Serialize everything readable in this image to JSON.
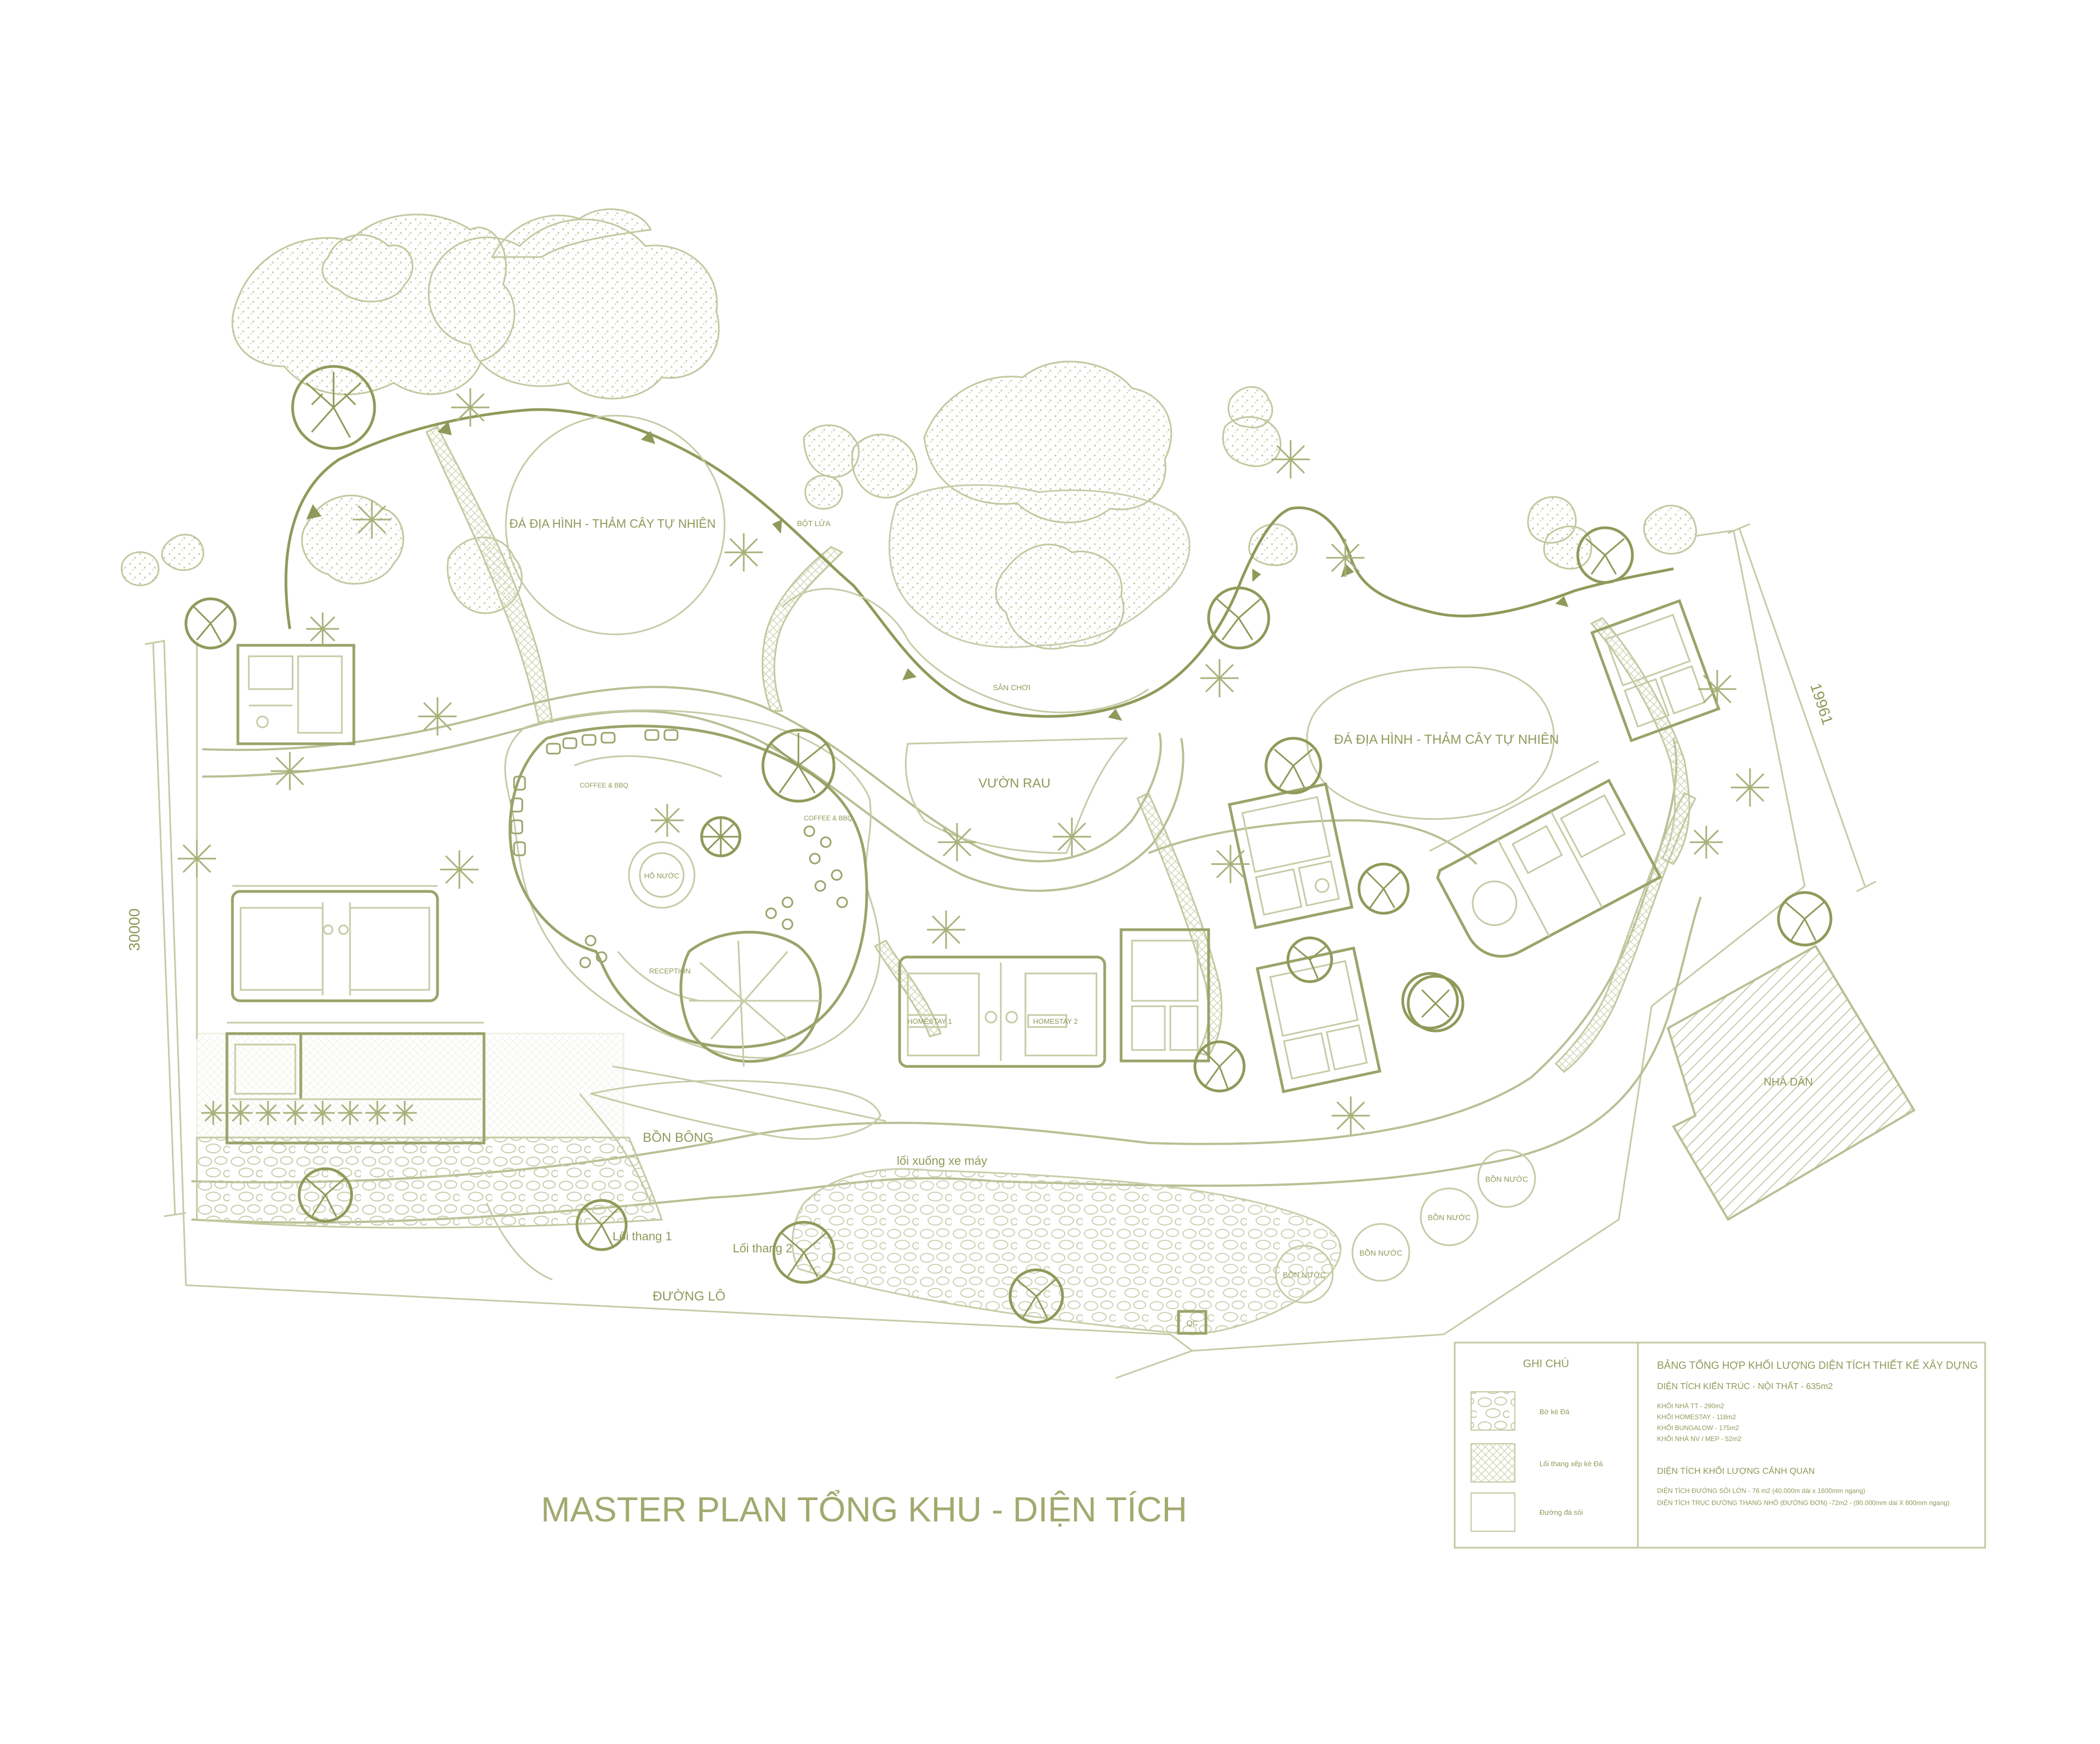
{
  "title": "MASTER PLAN TỔNG KHU - DIỆN TÍCH",
  "labels": {
    "terrain_left": "ĐÁ ĐỊA HÌNH - THẢM CÂY TỰ NHIÊN",
    "terrain_right": "ĐÁ ĐỊA HÌNH - THẢM CÂY TỰ NHIÊN",
    "bonfire": "BỘT LỬA",
    "playground": "SÂN CHƠI",
    "garden": "VƯỜN RAU",
    "flowerbed": "BỒN BÔNG",
    "motorbike_way": "lối xuống xe máy",
    "stair1": "Lối thang 1",
    "stair2": "Lối thang 2",
    "road": "ĐƯỜNG LÔ",
    "neighbor_house": "NHÀ DÂN",
    "water_tanks": [
      "BỒN NƯỚC",
      "BỒN NƯỚC",
      "BỒN NƯỚC",
      "BỒN NƯỚC"
    ],
    "homestay_left": "HOMESTAY 1",
    "homestay_right": "HOMESTAY 2",
    "reception": "RECEPTION",
    "coffee1": "COFFEE & BBQ",
    "coffee2": "COFFEE & BBQ",
    "lake": "HỒ NƯỚC",
    "gate": "QC"
  },
  "dimensions": {
    "left": "30000",
    "right": "19961"
  },
  "legend": {
    "title": "GHI CHÚ",
    "items": [
      {
        "label": "Bờ kè Đá",
        "pattern": "pebble"
      },
      {
        "label": "Lối thang xếp kè Đá",
        "pattern": "hatch"
      },
      {
        "label": "Đường đá sỏi",
        "pattern": "plain"
      }
    ]
  },
  "summary": {
    "title": "BẢNG TỔNG HỢP KHỐI LƯỢNG DIỆN TÍCH THIẾT KẾ XÂY DỰNG",
    "arch_heading": "DIỆN TÍCH KIẾN TRÚC - NỘI THẤT - 635m2",
    "arch_items": [
      "KHỐI NHÀ TT - 290m2",
      "KHỐI HOMESTAY - 118m2",
      "KHỐI BUNGALOW - 175m2",
      "KHỐI NHÀ NV / MEP - 52m2"
    ],
    "land_heading": "DIỆN TÍCH KHỐI LƯỢNG CẢNH QUAN",
    "land_items": [
      "DIỆN TÍCH ĐƯỜNG SỎI LỚN - 76 m2 (40.000m dài x 1600mm ngang)",
      "DIỆN TÍCH TRỤC ĐƯỜNG THANG NHỎ (ĐƯỜNG ĐƠN) -72m2 - (90.000mm dài X 800mm ngang)"
    ]
  },
  "colors": {
    "line": "#b9bf94",
    "accent": "#8f9a5a",
    "title": "#a3a96f"
  }
}
